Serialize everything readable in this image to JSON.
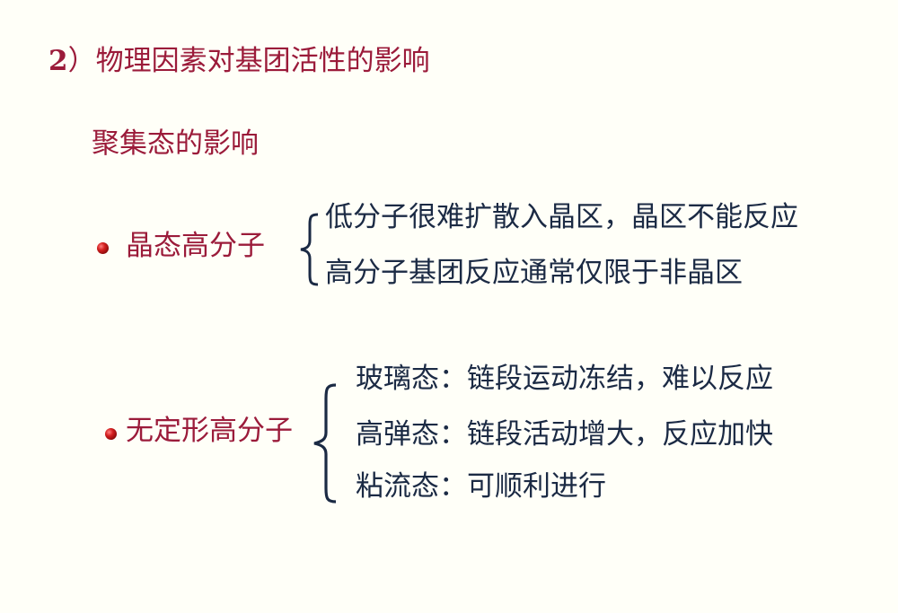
{
  "slide": {
    "title_number": "2",
    "title_paren": "）",
    "title_text": "物理因素对基团活性的影响",
    "subtitle": "聚集态的影响",
    "colors": {
      "background": "#fffff8",
      "heading": "#9b1b3a",
      "body": "#1b2a44",
      "bullet": "#c01818"
    },
    "groups": [
      {
        "label": "晶态高分子",
        "bullet_icon": "red-sphere-bullet",
        "items": [
          "低分子很难扩散入晶区，晶区不能反应",
          "高分子基团反应通常仅限于非晶区"
        ]
      },
      {
        "label": "无定形高分子",
        "bullet_icon": "red-sphere-bullet",
        "items": [
          "玻璃态：链段运动冻结，难以反应",
          "高弹态：链段活动增大，反应加快",
          "粘流态：可顺利进行"
        ]
      }
    ]
  }
}
